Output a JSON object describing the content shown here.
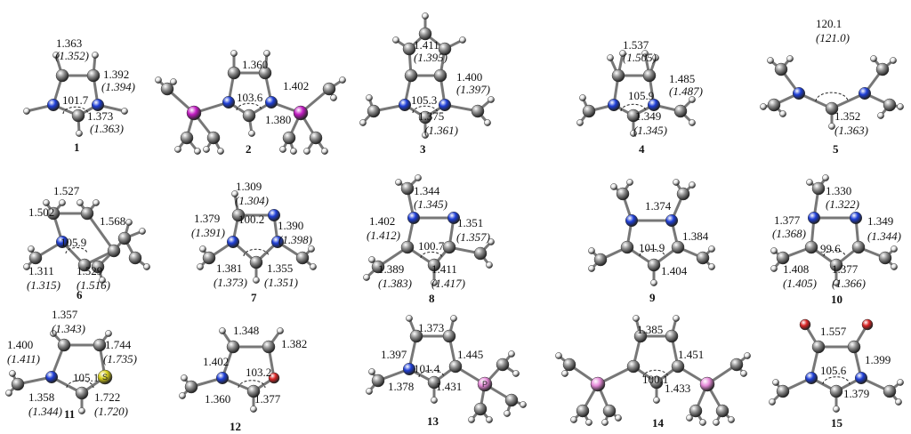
{
  "colors": {
    "carbon": "#8f8f8f",
    "hydrogen": "#e6e6e6",
    "nitrogen": "#1f3fd6",
    "silicon": "#c21cc2",
    "sulfur": "#d8cf1a",
    "oxygen": "#d92424",
    "phosphorus": "#e68ad9",
    "bond": "#777777"
  },
  "structures": [
    {
      "id": "1",
      "labels": [
        "1.363",
        "(1.352)",
        "1.392",
        "(1.394)",
        "101.7",
        "1.373",
        "(1.363)"
      ]
    },
    {
      "id": "2",
      "labels": [
        "1.360",
        "1.402",
        "103.6",
        "1.380"
      ]
    },
    {
      "id": "3",
      "labels": [
        "1.411",
        "(1.395)",
        "1.400",
        "(1.397)",
        "105.3",
        "1.375",
        "(1.361)"
      ]
    },
    {
      "id": "4",
      "labels": [
        "1.537",
        "(1.505)",
        "1.485",
        "(1.487)",
        "105.9",
        "1.349",
        "(1.345)"
      ]
    },
    {
      "id": "5",
      "labels": [
        "120.1",
        "(121.0)",
        "1.352",
        "(1.363)"
      ]
    },
    {
      "id": "6",
      "labels": [
        "1.527",
        "1.502",
        "1.568",
        "105.9",
        "1.311",
        "(1.315)",
        "1.529",
        "(1.516)"
      ]
    },
    {
      "id": "7",
      "labels": [
        "1.309",
        "(1.304)",
        "1.379",
        "(1.391)",
        "1.390",
        "(1.398)",
        "100.2",
        "1.381",
        "(1.373)",
        "1.355",
        "(1.351)"
      ]
    },
    {
      "id": "8",
      "labels": [
        "1.344",
        "(1.345)",
        "1.402",
        "(1.412)",
        "1.351",
        "(1.357)",
        "100.7",
        "1.389",
        "(1.383)",
        "1.411",
        "(1.417)"
      ]
    },
    {
      "id": "9",
      "labels": [
        "1.374",
        "101.9",
        "1.384",
        "1.404"
      ]
    },
    {
      "id": "10",
      "labels": [
        "1.330",
        "(1.322)",
        "1.377",
        "(1.368)",
        "1.349",
        "(1.344)",
        "99.6",
        "1.408",
        "(1.405)",
        "1.377",
        "(1.366)"
      ]
    },
    {
      "id": "11",
      "labels": [
        "1.357",
        "(1.343)",
        "1.400",
        "(1.411)",
        "1.744",
        "(1.735)",
        "105.1",
        "1.358",
        "(1.344)",
        "1.722",
        "(1.720)"
      ],
      "atom_letter": "S"
    },
    {
      "id": "12",
      "labels": [
        "1.348",
        "1.402",
        "103.2",
        "1.382",
        "1.360",
        "1.377"
      ]
    },
    {
      "id": "13",
      "labels": [
        "1.373",
        "1.397",
        "101.4",
        "1.445",
        "1.378",
        "1.431"
      ],
      "atom_letter": "P"
    },
    {
      "id": "14",
      "labels": [
        "1.385",
        "100.1",
        "1.451",
        "1.433"
      ]
    },
    {
      "id": "15",
      "labels": [
        "1.557",
        "1.399",
        "105.6",
        "1.379"
      ]
    }
  ]
}
